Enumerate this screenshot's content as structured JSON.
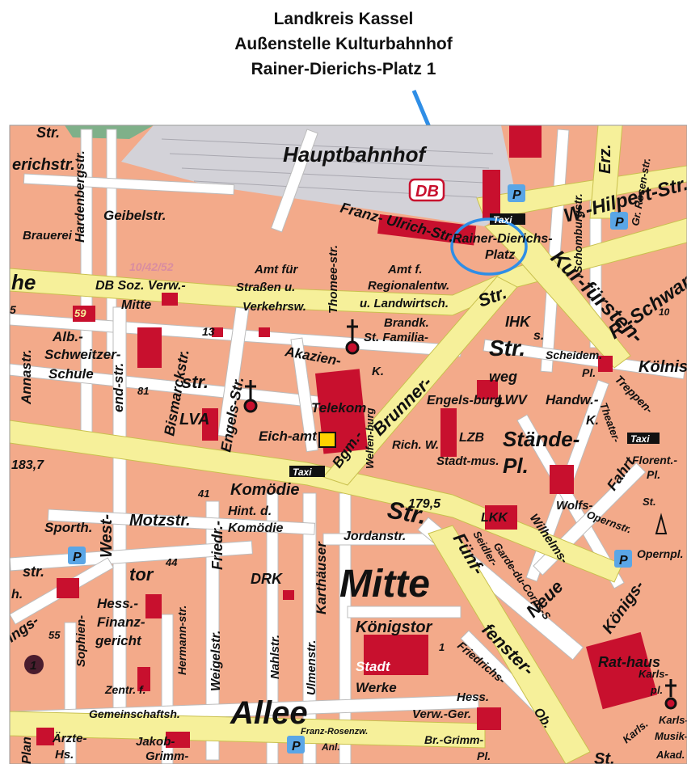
{
  "header": {
    "lines": [
      "Landkreis Kassel",
      "Außenstelle Kulturbahnhof",
      "Rainer-Dierichs-Platz 1"
    ]
  },
  "colors": {
    "blocks": "#f3aa8a",
    "buildings": "#c8102e",
    "main_road": "#f6f09a",
    "street": "#ffffff",
    "rail_area": "#d3d2d8",
    "highlight": "#2f8ee6"
  },
  "icons": [
    "church-icon",
    "parking-icon",
    "taxi-sign",
    "db-logo",
    "memorial-icon",
    "number-one-marker",
    "post-icon"
  ],
  "labels": {
    "str_top": "Str.",
    "hauptbahnhof": "Hauptbahnhof",
    "db": "DB",
    "erz": "Erz.",
    "erichstr": "erichstr.",
    "hardenbergstr": "Hardenbergstr.",
    "geibelstr": "Geibelstr.",
    "brauerei": "Brauerei",
    "franz_ulrich": "Franz- Ulrich-Str.",
    "rainer_dierichs": "Rainer-Dierichs-",
    "platz": "Platz",
    "taxi": "Taxi",
    "w_hilpert": "W.-Hilpert-Str.",
    "schomburgstr": "Schomburgstr.",
    "gr_rosen": "Gr. Rosen-str.",
    "zone": "10/42/52",
    "amt_fuer": "Amt für",
    "strassen_u": "Straßen u.",
    "verkehrsw": "Verkehrsw.",
    "thomee": "Thomee-str.",
    "amt_f": "Amt f.",
    "regionalentw": "Regionalentw.",
    "landwirtsch": "u. Landwirtsch.",
    "he": "he",
    "db_soz": "DB Soz. Verw.-",
    "mitte_small": "Mitte",
    "str_mid": "Str.",
    "kurfuersten": "Kur-fürsten-",
    "r_schwan": "R.-Schwan-",
    "brandk": "Brandk.",
    "ihk": "IHK",
    "s_mark": "s.",
    "str_kurf": "Str.",
    "five": "5",
    "fiftynine": "59",
    "annastr": "Annastr.",
    "alb": "Alb.-",
    "schweitzer": "Schweitzer-",
    "schule": "Schule",
    "endstr": "end-str.",
    "bismarckstr": "Bismarckstr.",
    "thirteen": "13",
    "st_familia": "St. Familia-",
    "akazien": "Akazien-",
    "k_mark": "K.",
    "scheidem": "Scheidem.",
    "pl_mark": "Pl.",
    "koelnis": "Kölnis",
    "ten": "10",
    "str_small": "str.",
    "eighty_one": "81",
    "lva": "LVA",
    "engels_str": "Engels-Str.",
    "eich_amt": "Eich-amt",
    "telekom": "Telekom",
    "brunner": "Brunner-",
    "bgm": "Bgm.-",
    "engelsburg": "Engels-burg",
    "weg": "weg",
    "lwv": "LWV",
    "handw": "Handw.-",
    "k2": "K.",
    "treppen": "Treppen-",
    "theater": "Theater-",
    "lzb": "LZB",
    "staende": "Stände-",
    "pl2": "Pl.",
    "rich_w": "Rich. W.",
    "stadtmus": "Stadt-mus.",
    "welfen": "Welfen-burg",
    "florent": "Florent.-",
    "pl_small": "Pl.",
    "fahrt": "Fahrt",
    "st2": "St.",
    "value_183": "183,7",
    "value_179": "179,5",
    "fortyone": "41",
    "komoedie": "Komödie",
    "str_big": "Str.",
    "wolfs": "Wolfs-",
    "opernstr": "Opernstr.",
    "opernpl": "Opernpl.",
    "sporth": "Sporth.",
    "west": "West-",
    "motzstr": "Motzstr.",
    "friedr": "Friedr.-",
    "hint_d": "Hint. d.",
    "komoedie2": "Komödie",
    "karthaeuser": "Karthäuser",
    "jordanstr": "Jordanstr.",
    "lkk": "LKK",
    "seidler": "Seidler-",
    "wilhelms": "Wilhelms-",
    "garde": "Garde-du-Corps-S",
    "fuenf": "Fünf-",
    "fortyfour": "44",
    "str_w": "str.",
    "tor": "tor",
    "drk": "DRK",
    "mitte_big": "Mitte",
    "neue": "Neue",
    "koenigs": "Königs-",
    "h_mark": "h.",
    "hess": "Hess.-",
    "finanz": "Finanz-",
    "gericht": "gericht",
    "ings": "ings-",
    "sophien": "Sophien-",
    "fiftyfive": "55",
    "hermann": "Hermann-str.",
    "weigelstr": "Weigelstr.",
    "nahlstr": "Nahlstr.",
    "ulmenstr": "Ulmenstr.",
    "koenigstor": "Königstor",
    "fenster": "fenster-",
    "one": "1",
    "stadt": "Stadt",
    "werke": "Werke",
    "friedrichs": "Friedrichs-",
    "rathaus": "Rat-haus",
    "karls": "Karls-",
    "pl3": "pl.",
    "zentr": "Zentr. f.",
    "gemeinschaftsh": "Gemeinschaftsh.",
    "allee": "Allee",
    "franz_rosenzw": "Franz-Rosenzw.",
    "hess_verw": "Hess.",
    "verw_ger": "Verw.-Ger.",
    "ob": "Ob.",
    "karls2": "Karls.",
    "karls_musik": "Karls-",
    "musik": "Musik-",
    "akad": "Akad.",
    "plan": "Plan",
    "aerzte": "Ärzte-",
    "hs": "Hs.",
    "jakob": "Jakob-",
    "grimm": "Grimm-",
    "anl": "Anl.",
    "br_grimm": "Br.-Grimm-",
    "pl4": "Pl.",
    "st3": "St."
  }
}
